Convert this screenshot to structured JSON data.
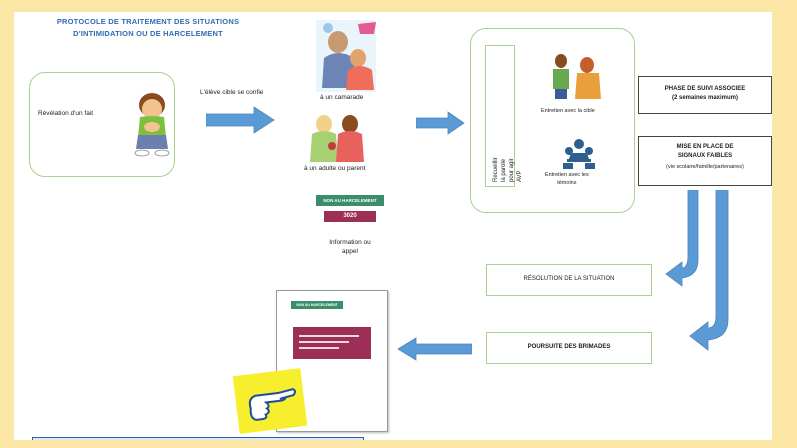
{
  "title_line1": "PROTOCOLE DE TRAITEMENT DES SITUATIONS",
  "title_line2": "D'INTIMIDATION OU DE HARCELEMENT",
  "revelation": "Révélation d'un fait",
  "confide_label": "L'élève cible se confie",
  "to_peer": "à un camarade",
  "to_adult": "à un adulte ou parent",
  "info_call": "Information ou\nappel",
  "badge_line1": "NON AU HARCELEMENT",
  "badge_line2": "3020",
  "collect_vertical": "Recueillir la parole pour agir\nAVP",
  "interview_target": "Entretien avec la cible",
  "interview_witnesses": "Entretien avec les\ntémoins",
  "followup_title": "PHASE DE SUIVI ASSOCIEE",
  "followup_sub": "(2 semaines maximum)",
  "signals_title": "MISE EN PLACE DE",
  "signals_title2": "SIGNAUX FAIBLES",
  "signals_sub": "(vie scolaire/famille/partenaires)",
  "resolution": "RÉSOLUTION DE LA SITUATION",
  "pursuit": "POURSUITE DES BRIMADES",
  "doc_badge": "NON AU HARCELEMENT",
  "colors": {
    "arrow": "#5b9bd5",
    "border": "#a9d18e",
    "title": "#2e6db4",
    "frame": "#fbe6a6",
    "badge": "#3a8f6a",
    "doc": "#9c2f55"
  }
}
